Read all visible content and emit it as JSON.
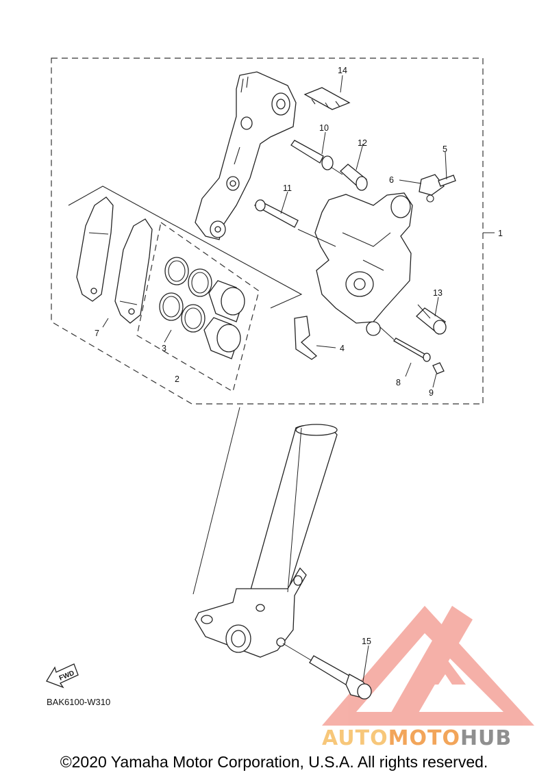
{
  "diagram": {
    "diagram_code": "BAK6100-W310",
    "fwd_label": "FWD",
    "callouts": {
      "c1": "1",
      "c2": "2",
      "c3": "3",
      "c4": "4",
      "c5": "5",
      "c6": "6",
      "c7": "7",
      "c8": "8",
      "c9": "9",
      "c10": "10",
      "c11": "11",
      "c12": "12",
      "c13": "13",
      "c14": "14",
      "c15": "15"
    }
  },
  "watermark": {
    "brand_part1": "AUTO",
    "brand_part2": "MOTO",
    "brand_part3": "HUB",
    "colors": {
      "logo": "#f4a39a",
      "text_light": "#f7c77a",
      "text_mid": "#f2a55a",
      "text_dark": "#8f8f8f"
    }
  },
  "footer": {
    "copyright": "©2020 Yamaha Motor Corporation, U.S.A. All rights reserved."
  }
}
